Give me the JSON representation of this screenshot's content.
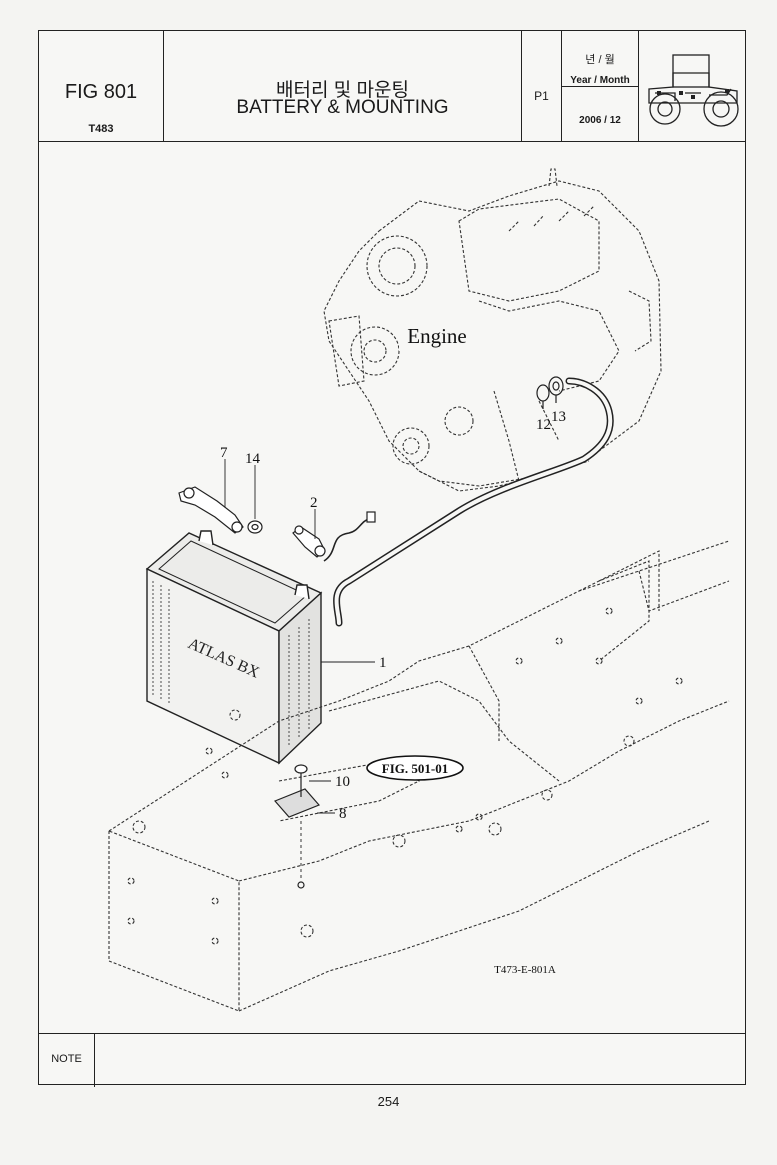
{
  "header": {
    "fig_number": "FIG 801",
    "fig_code": "T483",
    "title_korean": "배터리 및 마운팅",
    "title_english": "BATTERY & MOUNTING",
    "page_ref": "P1",
    "year_month_korean": "년 / 월",
    "year_month_english": "Year / Month",
    "date": "2006 / 12"
  },
  "drawing": {
    "engine_label": "Engine",
    "battery_brand": "ATLAS BX",
    "fig_reference": "FIG. 501-01",
    "drawing_code": "T473-E-801A",
    "callouts": [
      "1",
      "2",
      "7",
      "8",
      "10",
      "12",
      "13",
      "14"
    ]
  },
  "note": {
    "label": "NOTE",
    "text": ""
  },
  "footer": {
    "page_number": "254"
  }
}
